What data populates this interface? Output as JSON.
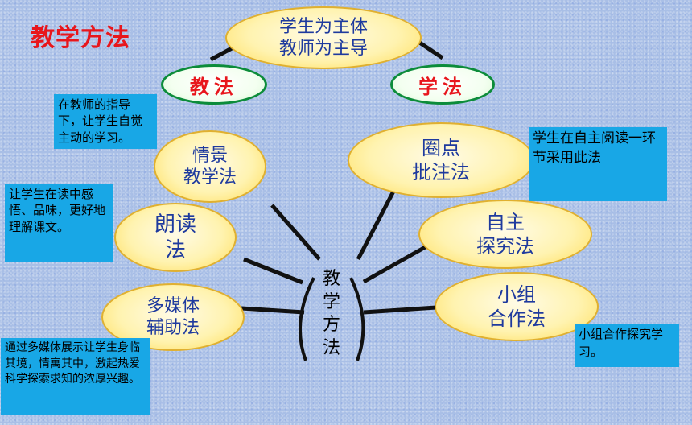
{
  "title": "教学方法",
  "top_oval": {
    "line1": "学生为主体",
    "line2": "教师为主导"
  },
  "teaching_method": "教法",
  "learning_method": "学法",
  "center": [
    "教",
    "学",
    "方",
    "法"
  ],
  "left_methods": [
    {
      "line1": "情景",
      "line2": "教学法"
    },
    {
      "line1": "朗读",
      "line2": "法"
    },
    {
      "line1": "多媒体",
      "line2": "辅助法"
    }
  ],
  "right_methods": [
    {
      "line1": "圈点",
      "line2": "批注法"
    },
    {
      "line1": "自主",
      "line2": "探究法"
    },
    {
      "line1": "小组",
      "line2": "合作法"
    }
  ],
  "notes": {
    "guidance": "在教师的指导下，让学生自觉主动的学习。",
    "reading": "让学生在读中感悟、品味，更好地理解课文。",
    "multimedia": "通过多媒体展示让学生身临其境，情寓其中，激起热爱科学探索求知的浓厚兴趣。",
    "annotate": "学生在自主阅读一环节采用此法",
    "group": "小组合作探究学习。"
  }
}
